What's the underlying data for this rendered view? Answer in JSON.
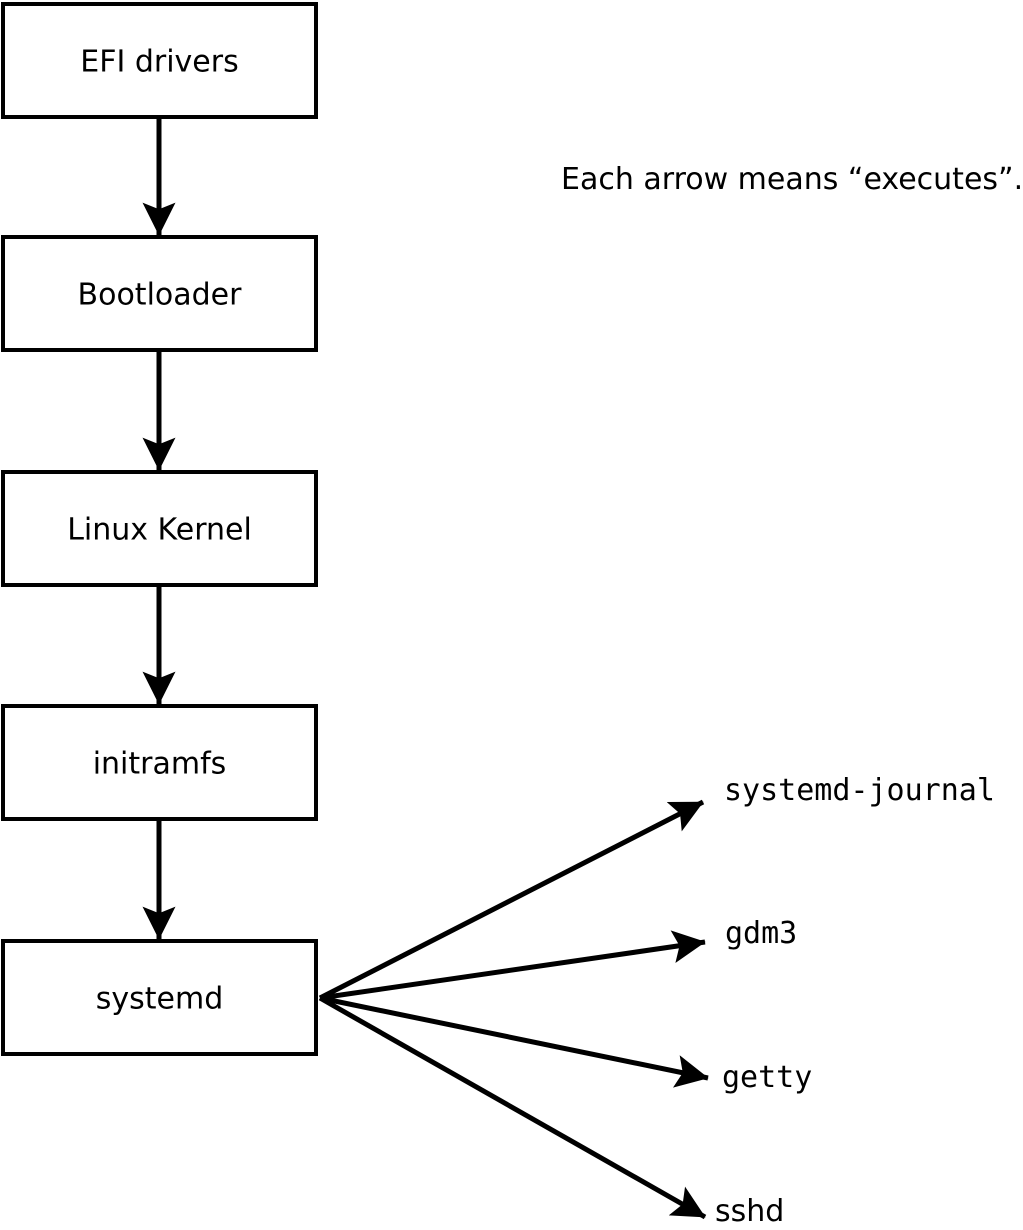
{
  "diagram": {
    "caption": "Each arrow means “executes”.",
    "arrow_meaning": "executes",
    "colors": {
      "stroke": "#000000",
      "node_fill": "#ffffff",
      "background": "#ffffff",
      "text": "#000000"
    },
    "chain": [
      {
        "label": "EFI drivers"
      },
      {
        "label": "Bootloader"
      },
      {
        "label": "Linux Kernel"
      },
      {
        "label": "initramfs"
      },
      {
        "label": "systemd"
      }
    ],
    "spawned": [
      {
        "label": "systemd-journal"
      },
      {
        "label": "gdm3"
      },
      {
        "label": "getty"
      },
      {
        "label": "sshd"
      }
    ]
  }
}
